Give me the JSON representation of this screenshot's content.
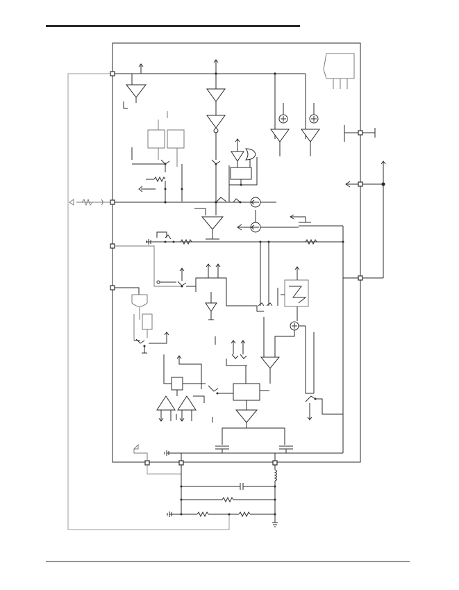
{
  "document": {
    "header_rule": "present",
    "footer_rule": "present"
  },
  "schematic": {
    "pin_markers": [
      "pin-left-1",
      "pin-left-2",
      "pin-left-3",
      "pin-left-4",
      "pin-right-1",
      "pin-right-2",
      "pin-right-3",
      "pin-bottom-1",
      "pin-bottom-2",
      "pin-bottom-3"
    ],
    "components": [
      "op-amp",
      "comparator",
      "summing-junction",
      "current-source",
      "resistor",
      "capacitor",
      "inductor",
      "switch",
      "mosfet",
      "logic-block",
      "ground"
    ]
  }
}
